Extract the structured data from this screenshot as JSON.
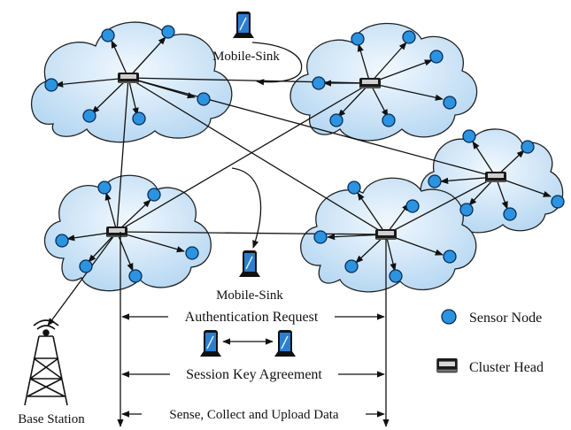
{
  "labels": {
    "mobile_sink_top": "Mobile-Sink",
    "mobile_sink_mid": "Mobile-Sink",
    "base_station": "Base Station",
    "auth_request": "Authentication Request",
    "session_key": "Session Key Agreement",
    "sense_collect": "Sense, Collect and Upload Data"
  },
  "legend": {
    "sensor_node": "Sensor Node",
    "cluster_head": "Cluster Head"
  },
  "colors": {
    "sensor_fill": "#2c93e0",
    "cloud_light": "#f1f8fe",
    "cloud_dark": "#b9daf3"
  }
}
